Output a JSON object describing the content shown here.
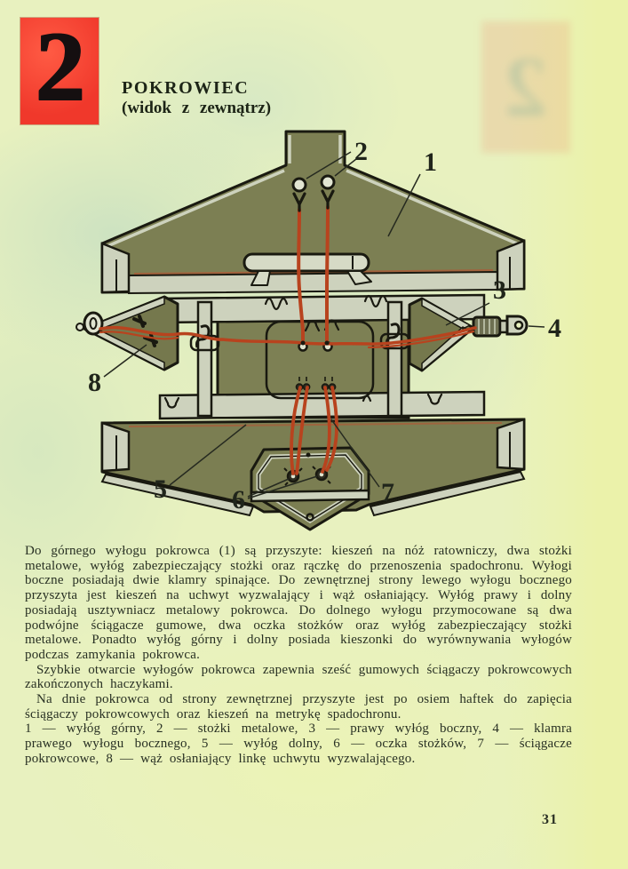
{
  "page": {
    "chapter_number": "2",
    "title": "POKROWIEC",
    "subtitle": "(widok z zewnątrz)",
    "page_number": "31"
  },
  "figure": {
    "callouts": {
      "c1": "1",
      "c2": "2",
      "c3": "3",
      "c4": "4",
      "c5": "5",
      "c6": "6",
      "c7": "7",
      "c8": "8"
    }
  },
  "body": {
    "paragraphs": [
      "Do górnego wyłogu pokrowca (1) są przyszyte: kieszeń na nóż ratowniczy, dwa stożki metalowe, wyłóg zabezpieczający stożki oraz rączkę do przenoszenia spadochronu. Wyłogi boczne posiadają dwie klamry spinające. Do zewnętrznej strony lewego wyłogu bocznego przyszyta jest kieszeń na uchwyt wyzwalający i wąż osłaniający. Wyłóg prawy i dolny posiadają usztywniacz metalowy pokrowca. Do dolnego wyłogu przymocowane są dwa podwójne ściągacze gumowe, dwa oczka stożków oraz wyłóg zabezpieczający stożki metalowe. Ponadto wyłóg górny i dolny posiada kieszonki do wyrównywania wyłogów podczas zamykania pokrowca.",
      "Szybkie otwarcie wyłogów pokrowca zapewnia sześć gumowych ściągaczy pokrowcowych zakończonych haczykami.",
      "Na dnie pokrowca od strony zewnętrznej przyszyte jest po osiem haftek do zapięcia ściągaczy pokrowcowych oraz kieszeń na metrykę spadochronu.",
      "1 — wyłóg górny, 2 — stożki metalowe, 3 — prawy wyłóg boczny, 4 — klamra prawego wyłogu bocznego, 5 — wyłóg dolny, 6 — oczka stożków, 7 — ściągacze pokrowcowe, 8 — wąż osłaniający linkę uchwytu wyzwalającego."
    ]
  },
  "colors": {
    "paper": "#e8f1bf",
    "chapter_box_red": "#f0382b",
    "fabric_olive": "#7c7f53",
    "lining_gray": "#cdd2bd",
    "cord_red": "#b8431e",
    "ink": "#283023"
  }
}
